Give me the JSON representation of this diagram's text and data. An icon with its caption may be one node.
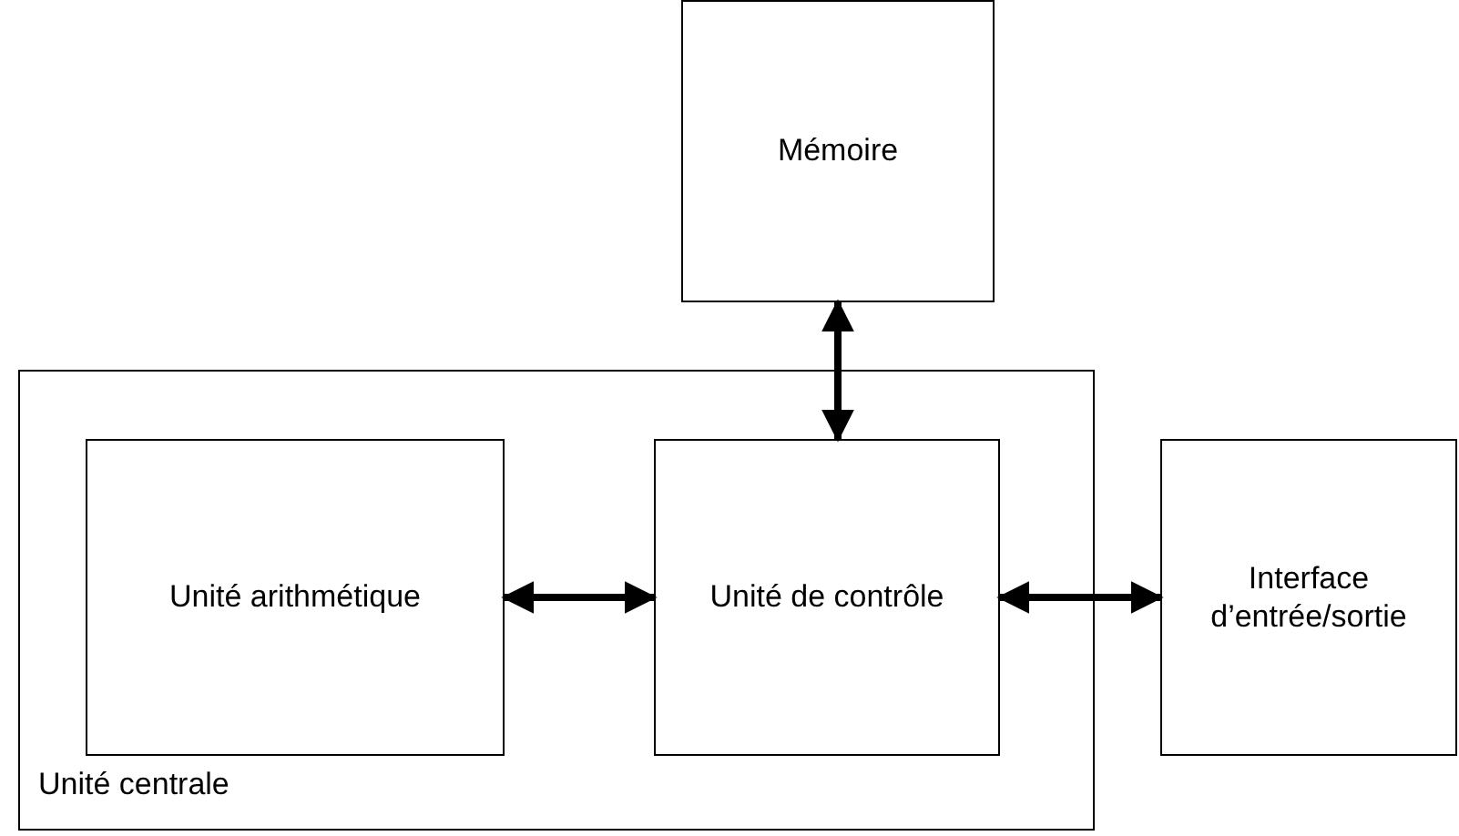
{
  "diagram": {
    "nodes": [
      {
        "text": [
          "Mémoire"
        ]
      },
      {
        "text": [
          "Unité centrale"
        ]
      },
      {
        "text": [
          "Unité arithmétique"
        ],
        "in": 1
      },
      {
        "text": [
          "Unité de contrôle"
        ],
        "in": 1
      },
      {
        "text": [
          "Interface d’entrée/sortie"
        ]
      }
    ],
    "edges": [
      {
        "from": 0,
        "to": 3,
        "arrow": "both"
      },
      {
        "from": 2,
        "to": 3,
        "arrow": "both"
      },
      {
        "from": 3,
        "to": 4,
        "arrow": "both"
      }
    ]
  }
}
